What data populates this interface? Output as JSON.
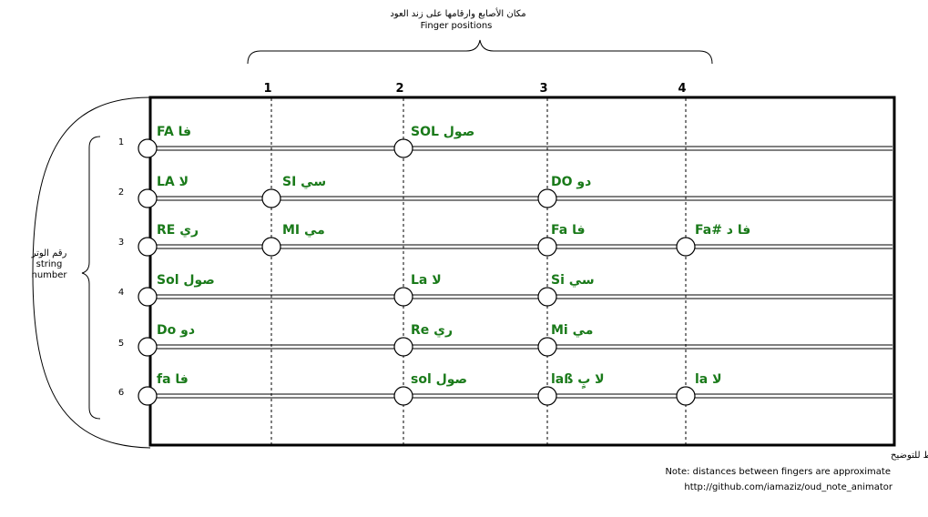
{
  "header": {
    "title_ar": "مكان الأصابع وارقامها على زند العود",
    "title_en": "Finger positions"
  },
  "fret_numbers": [
    "1",
    "2",
    "3",
    "4"
  ],
  "string_numbers": [
    "1",
    "2",
    "3",
    "4",
    "5",
    "6"
  ],
  "side_label": {
    "ar": "رقم الوتر",
    "en_line1": "string",
    "en_line2": "number"
  },
  "notes": [
    {
      "string": 1,
      "fret": 0,
      "label": "FA فا"
    },
    {
      "string": 1,
      "fret": 2,
      "label": "صول SOL"
    },
    {
      "string": 2,
      "fret": 0,
      "label": "LA لا"
    },
    {
      "string": 2,
      "fret": 1,
      "label": "SI سي"
    },
    {
      "string": 2,
      "fret": 3,
      "label": "DO دو"
    },
    {
      "string": 3,
      "fret": 0,
      "label": "RE ري"
    },
    {
      "string": 3,
      "fret": 1,
      "label": "MI مي"
    },
    {
      "string": 3,
      "fret": 3,
      "label": "Fa فا"
    },
    {
      "string": 3,
      "fret": 4,
      "label": "Fa# فا د"
    },
    {
      "string": 4,
      "fret": 0,
      "label": "Sol صول"
    },
    {
      "string": 4,
      "fret": 2,
      "label": "La لا"
    },
    {
      "string": 4,
      "fret": 3,
      "label": "Si سي"
    },
    {
      "string": 5,
      "fret": 0,
      "label": "Do دو"
    },
    {
      "string": 5,
      "fret": 2,
      "label": "Re ري"
    },
    {
      "string": 5,
      "fret": 3,
      "label": "Mi مي"
    },
    {
      "string": 6,
      "fret": 0,
      "label": "fa فا"
    },
    {
      "string": 6,
      "fret": 2,
      "label": "sol صول"
    },
    {
      "string": 6,
      "fret": 3,
      "label": "laß لا بٍ"
    },
    {
      "string": 6,
      "fret": 4,
      "label": "la لا"
    }
  ],
  "footer": {
    "note_ar": "ملاحظة: الأبعاد بين الاصابع والنغمات تقريبية وليست دقيقة فقط للتوضيح",
    "note_en": "Note: distances between fingers are approximate",
    "url": "http://github.com/iamaziz/oud_note_animator"
  },
  "colors": {
    "note_text": "#1a7a1a",
    "line": "#000000",
    "dot_fill": "#ffffff"
  }
}
